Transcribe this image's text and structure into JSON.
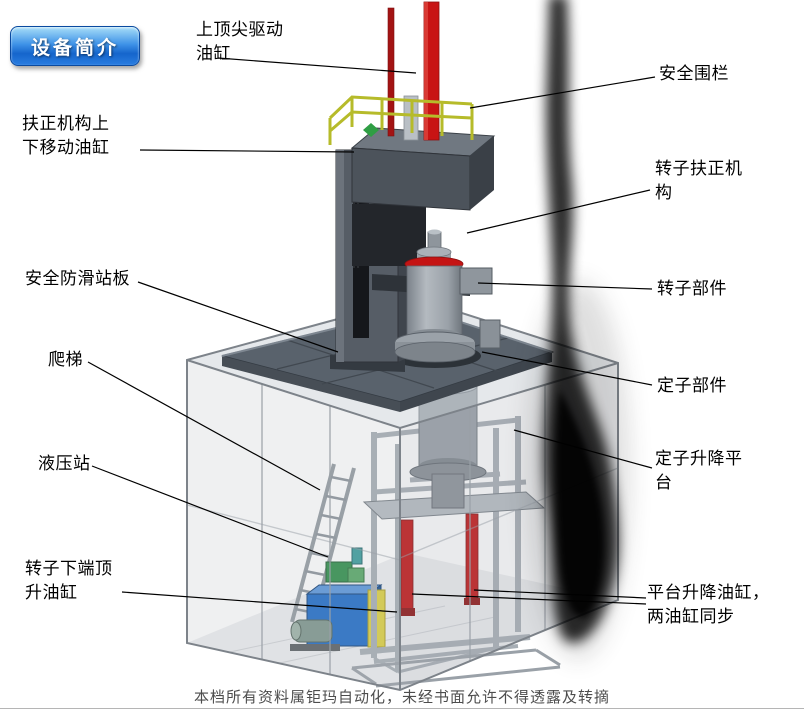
{
  "badge": {
    "label": "设备简介"
  },
  "labels": [
    {
      "id": "top-pin-cylinder",
      "text": "上顶尖驱动油缸"
    },
    {
      "id": "safety-fence",
      "text": "安全围栏"
    },
    {
      "id": "righting-updown-cylinder",
      "text": "扶正机构上下移动油缸"
    },
    {
      "id": "rotor-righting-mechanism",
      "text": "转子扶正机构"
    },
    {
      "id": "anti-slip-platform",
      "text": "安全防滑站板"
    },
    {
      "id": "rotor-part",
      "text": "转子部件"
    },
    {
      "id": "ladder",
      "text": "爬梯"
    },
    {
      "id": "stator-part",
      "text": "定子部件"
    },
    {
      "id": "hydraulic-station",
      "text": "液压站"
    },
    {
      "id": "stator-lift-platform",
      "text": "定子升降平台"
    },
    {
      "id": "rotor-bottom-jack-cylinder",
      "text": "转子下端顶升油缸"
    },
    {
      "id": "platform-lift-cylinders",
      "text": "平台升降油缸，两油缸同步"
    }
  ],
  "watermark": "本档所有资料属钜玛自动化，未经书面允许不得透露及转摘",
  "colors": {
    "badge_blue": "#1e74d8",
    "cylinder_red": "#c81414",
    "railing_yellow": "#b6bb2a",
    "tank_blue": "#1f6cc8",
    "platform_gray": "#59626c",
    "enclosure_gray": "#aab0b7"
  }
}
